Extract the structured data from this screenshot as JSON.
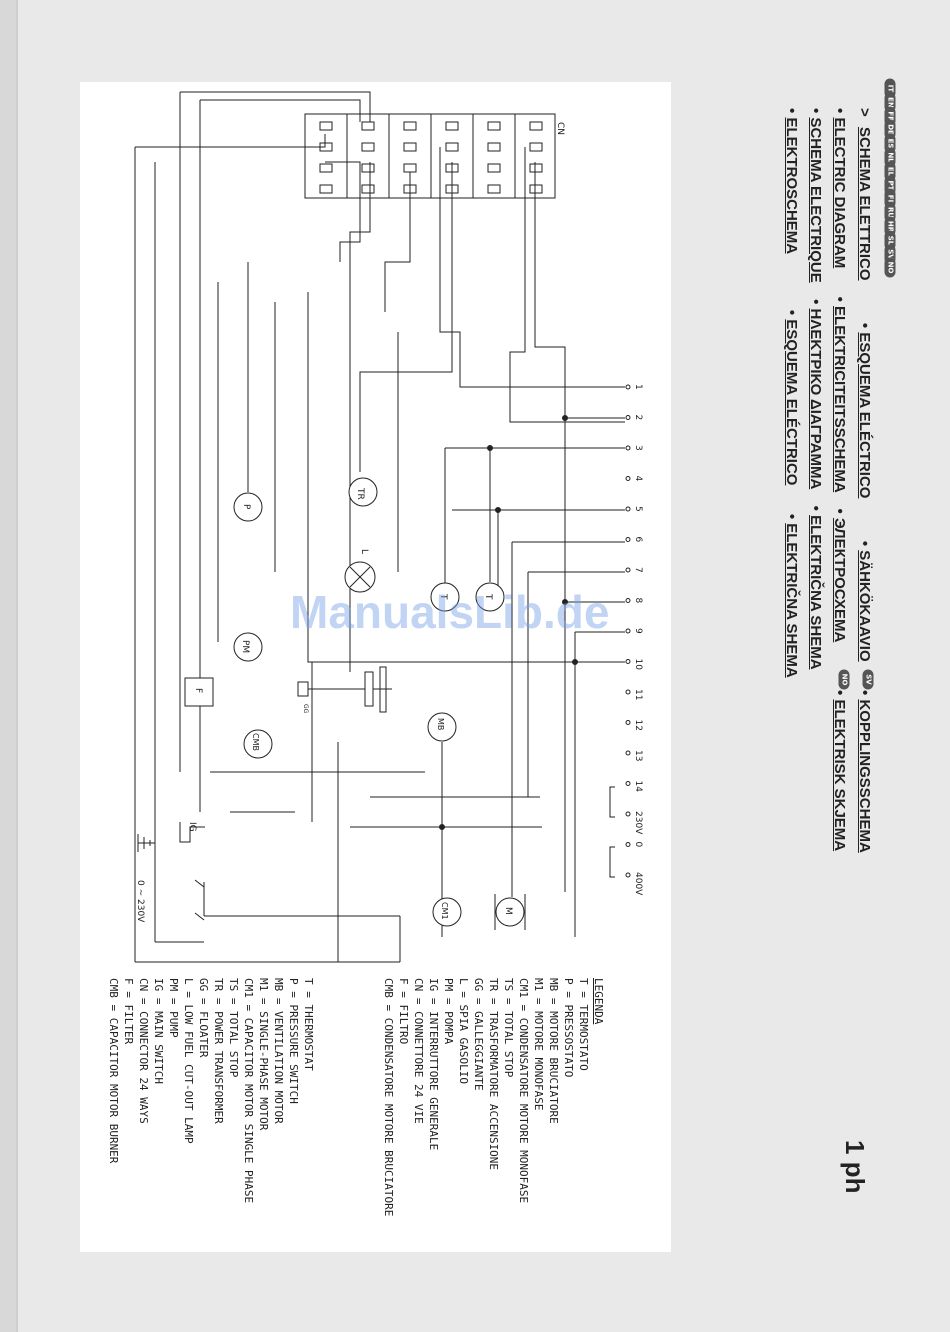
{
  "languages": [
    "IT",
    "EN",
    "FR",
    "DE",
    "ES",
    "NL",
    "EL",
    "PT",
    "FI",
    "RU",
    "HR",
    "SL",
    "SV",
    "NO"
  ],
  "titles": {
    "col1": [
      "SCHEMA ELETTRICO",
      "ESQUEMA ELÉCTRICO",
      "SÄHKÖKAAVIO"
    ],
    "col2": [
      "ELECTRIC DIAGRAM",
      "ELEKTRICITEITSSCHEMA",
      "ЭЛЕКТРОСХЕМА"
    ],
    "col3": [
      "SCHEMA ELECTRIQUE",
      "ΗΛΕΚΤΡΙΚΟ ΔΙΑΓΡΑΜΜΑ",
      "ELEKTRIČNA SHEMA"
    ],
    "col4": [
      "ELEKTROSCHEMA",
      "ESQUEMA ELÉCTRICO",
      "ELEKTRIČNA SHEMA"
    ],
    "arrow": ">"
  },
  "extra_titles": [
    {
      "lang": "SV",
      "text": "KOPPLINGSSCHEMA"
    },
    {
      "lang": "NO",
      "text": "ELEKTRISK SKJEMA"
    }
  ],
  "phase": "1 ph",
  "watermark": "ManualsLib.de",
  "diagram": {
    "connector_label": "CN",
    "terminals": [
      "1",
      "2",
      "3",
      "4",
      "5",
      "6",
      "7",
      "8",
      "9",
      "10",
      "11",
      "12",
      "13",
      "14",
      "230V",
      "0",
      "400V"
    ],
    "components": {
      "TR": "TR",
      "P": "P",
      "PM": "PM",
      "F": "F",
      "CMB": "CMB",
      "MB": "MB",
      "L": "L",
      "T1": "T",
      "T2": "T",
      "GG": "GG",
      "CM1": "CM1",
      "M1": "M",
      "IG": "IG",
      "supply": "0  ~  230V"
    }
  },
  "legend": {
    "title": "LEGENDA",
    "it": [
      "T = TERMOSTATO",
      "P = PRESSOSTATO",
      "MB = MOTORE BRUCIATORE",
      "M1 = MOTORE MONOFASE",
      "CM1 = CONDENSATORE MOTORE MONOFASE",
      "TS = TOTAL STOP",
      "TR = TRASFORMATORE ACCENSIONE",
      "GG = GALLEGGIANTE",
      "L = SPIA GASOLIO",
      "PM = POMPA",
      "IG = INTERRUTTORE GENERALE",
      "CN = CONNETTORE 24 VIE",
      "F = FILTRO",
      "CMB = CONDENSATORE MOTORE BRUCIATORE"
    ],
    "en": [
      "T = THERMOSTAT",
      "P = PRESSURE SWITCH",
      "MB = VENTILATION MOTOR",
      "M1 = SINGLE-PHASE MOTOR",
      "CM1 = CAPACITOR MOTOR SINGLE PHASE",
      "TS = TOTAL STOP",
      "TR = POWER TRANSFORMER",
      "GG = FLOATER",
      "L = LOW FUEL CUT-OUT LAMP",
      "PM = PUMP",
      "IG = MAIN SWITCH",
      "CN = CONNECTOR 24 WAYS",
      "F = FILTER",
      "CMB = CAPACITOR MOTOR BURNER"
    ]
  },
  "colors": {
    "ink": "#222222",
    "pill": "#555555",
    "panel": "#ffffff",
    "background": "#e9e9e9"
  }
}
